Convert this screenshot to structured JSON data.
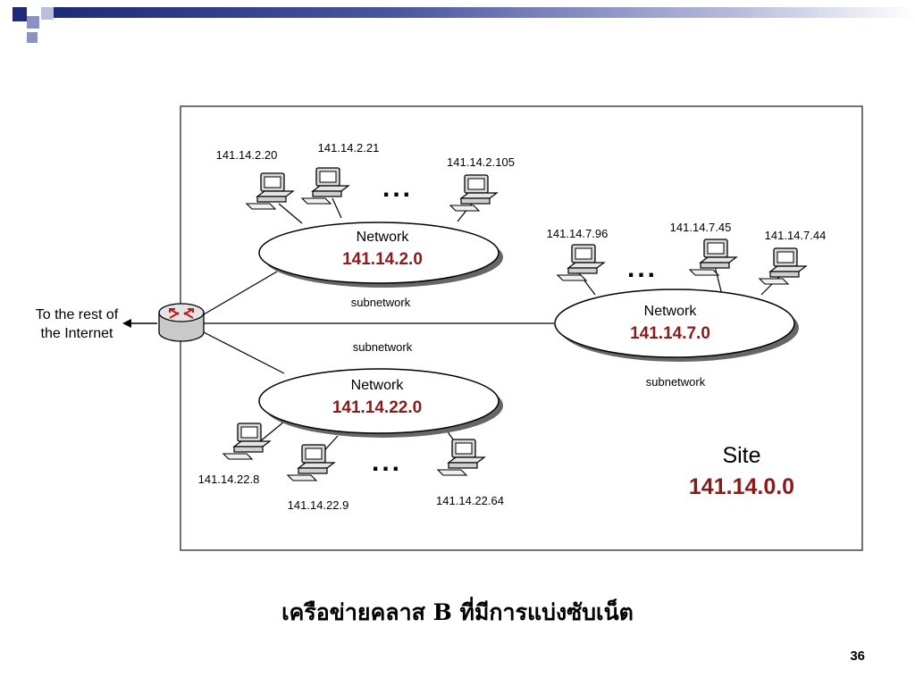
{
  "diagram": {
    "internet_label": [
      "To the rest of",
      "the Internet"
    ],
    "networks": [
      {
        "id": "net2",
        "label": "Network",
        "address": "141.14.2.0",
        "subnetwork_label": "subnetwork",
        "hosts": [
          "141.14.2.20",
          "141.14.2.21",
          "141.14.2.105"
        ],
        "ellipsis": "..."
      },
      {
        "id": "net7",
        "label": "Network",
        "address": "141.14.7.0",
        "subnetwork_label": "subnetwork",
        "hosts": [
          "141.14.7.96",
          "141.14.7.45",
          "141.14.7.44"
        ],
        "ellipsis": "..."
      },
      {
        "id": "net22",
        "label": "Network",
        "address": "141.14.22.0",
        "subnetwork_label": "subnetwork",
        "hosts": [
          "141.14.22.8",
          "141.14.22.9",
          "141.14.22.64"
        ],
        "ellipsis": "..."
      }
    ],
    "site": {
      "label": "Site",
      "address": "141.14.0.0"
    }
  },
  "caption": "เครือข่ายคลาส B ที่มีการแบ่งซับเน็ต",
  "page_number": "36",
  "colors": {
    "address_text": "#8b1a1a",
    "title_band": "#1f2a78"
  }
}
